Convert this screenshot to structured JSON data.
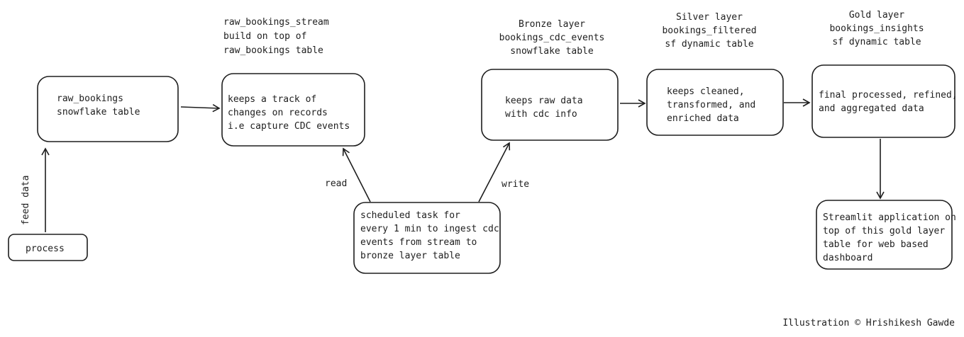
{
  "nodes": {
    "process": {
      "lines": [
        "process"
      ]
    },
    "raw_bookings": {
      "lines": [
        "raw_bookings",
        "snowflake table"
      ]
    },
    "stream": {
      "lines": [
        "keeps a track of",
        "changes on records",
        "i.e capture CDC events"
      ]
    },
    "task": {
      "lines": [
        "scheduled task for",
        "every 1 min to ingest cdc",
        "events from stream to",
        "bronze layer table"
      ]
    },
    "bronze": {
      "lines": [
        "keeps raw data",
        "with cdc info"
      ]
    },
    "silver": {
      "lines": [
        "keeps cleaned,",
        "transformed, and",
        "enriched data"
      ]
    },
    "gold": {
      "lines": [
        "final processed, refined,",
        "and aggregated data"
      ]
    },
    "streamlit": {
      "lines": [
        "Streamlit application on",
        "top of this gold layer",
        "table for web based",
        "dashboard"
      ]
    }
  },
  "captions": {
    "stream": [
      "raw_bookings_stream",
      "build on top of",
      "raw_bookings table"
    ],
    "bronze": [
      "Bronze layer",
      "bookings_cdc_events",
      "snowflake table"
    ],
    "silver": [
      "Silver layer",
      "bookings_filtered",
      "sf dynamic table"
    ],
    "gold": [
      "Gold layer",
      "bookings_insights",
      "sf dynamic table"
    ]
  },
  "edge_labels": {
    "feed": "feed data",
    "read": "read",
    "write": "write"
  },
  "credit": "Illustration © Hrishikesh Gawde"
}
